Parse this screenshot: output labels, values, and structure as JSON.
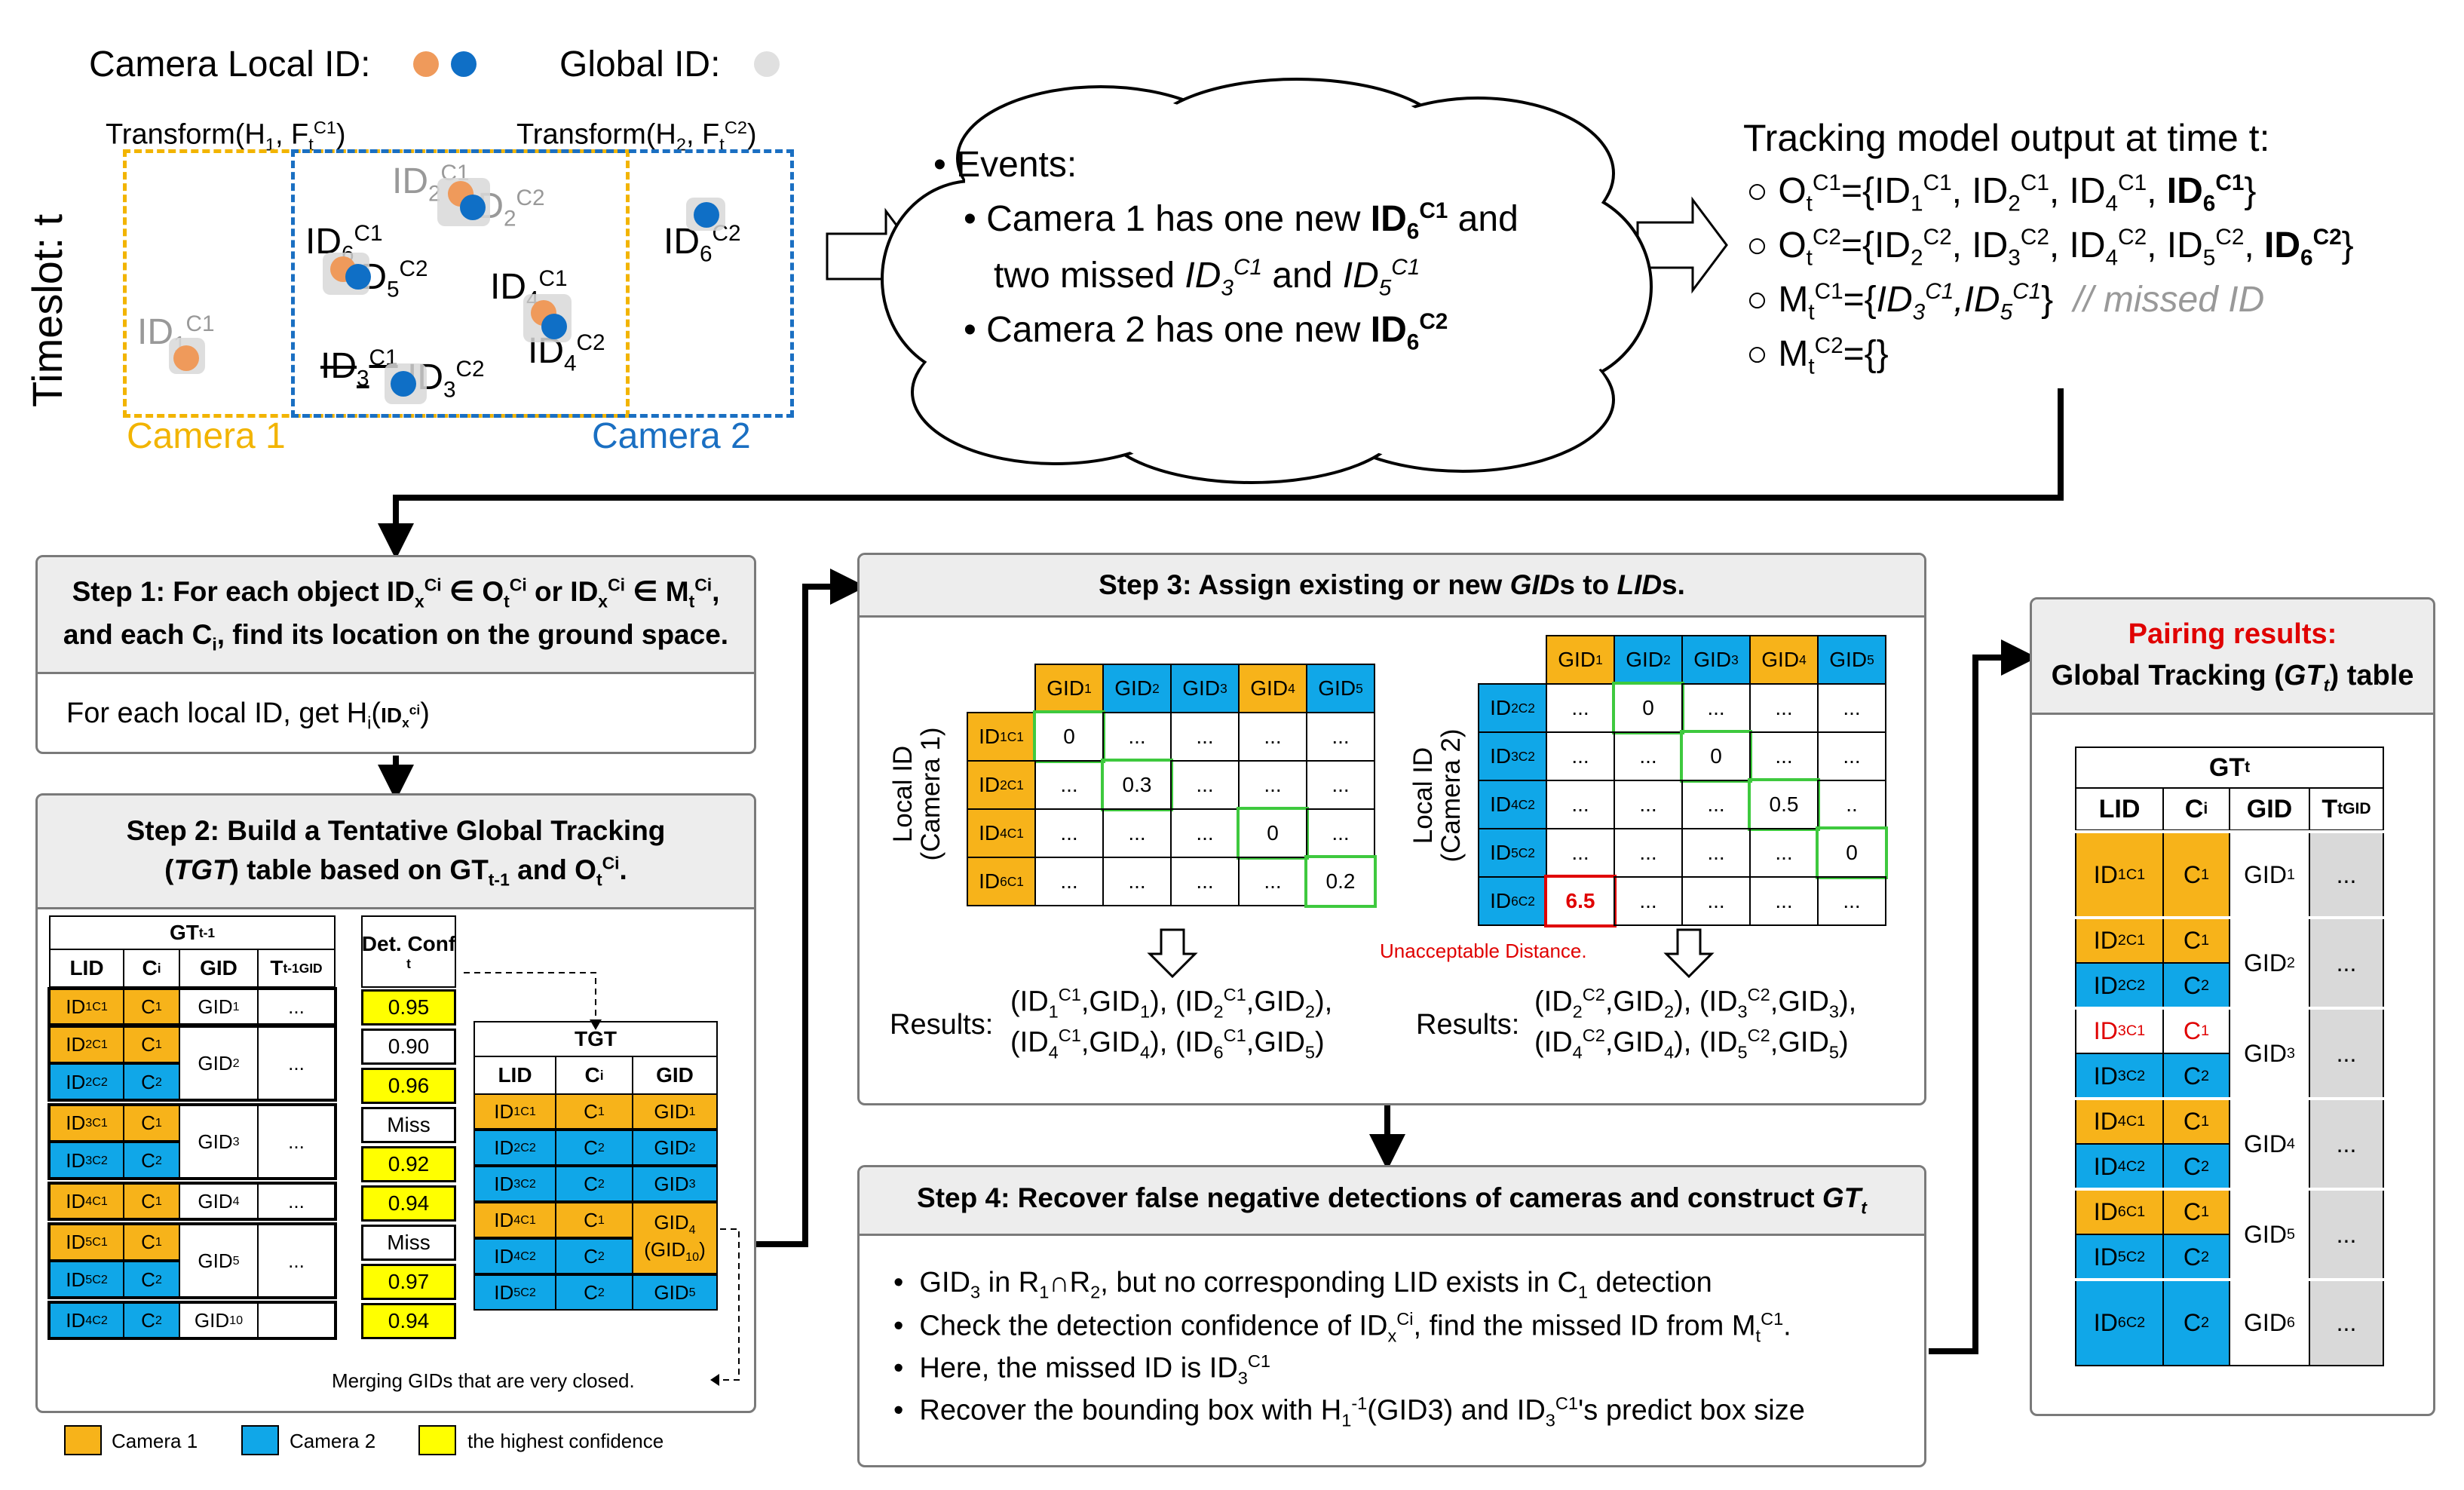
{
  "legend_top": {
    "local_label": "Camera Local ID:",
    "global_label": "Global ID:"
  },
  "scene": {
    "timeslot": "Timeslot: t",
    "transform1": "Transform(H",
    "transform1_sub": "1",
    "transform1_rest": ", F",
    "transform1_fsub": "t",
    "transform1_fsup": "C1",
    "transform2": "Transform(H",
    "transform2_sub": "2",
    "transform2_rest": ", F",
    "transform2_fsub": "t",
    "transform2_fsup": "C2",
    "camera1": "Camera 1",
    "camera2": "Camera 2",
    "labels": {
      "id": "ID",
      "id1": "1",
      "id2": "2",
      "id3": "3",
      "id4": "4",
      "id5": "5",
      "id6": "6",
      "c1": "C1",
      "c2": "C2"
    }
  },
  "events": {
    "title": "Events:",
    "line1a": "Camera 1 has one new ",
    "line1b": "ID",
    "line1c": "6",
    "line1d": "C1",
    "line1e": " and",
    "line2a": "two missed ",
    "line2b": "ID",
    "line2c": "3",
    "line2d": "C1",
    "line2e": " and ",
    "line2f": "ID",
    "line2g": "5",
    "line2h": "C1",
    "line3a": "Camera 2 has one new ",
    "line3b": "ID",
    "line3c": "6",
    "line3d": "C2"
  },
  "output": {
    "title": "Tracking model output at time t:",
    "o1": "={ID",
    "o2": "={ID",
    "m1": "={",
    "m1_comment": "// missed ID",
    "m2": "={}"
  },
  "step1": {
    "title_a": "Step 1:  For each object ID",
    "title_b": "or ID",
    "title_c": "and each C",
    "title_d": ", find its location on the ground space.",
    "body": "For each local ID, get H"
  },
  "step2": {
    "title_a": "Step 2: Build a Tentative Global Tracking",
    "title_b": "table based on GT",
    "title_c": "and O",
    "gt_title": "GT",
    "gt_sub": "t-1",
    "cols": [
      "LID",
      "C",
      "GID",
      "T"
    ],
    "det_title": "Det. Conf",
    "det_values": [
      "0.95",
      "0.90",
      "0.96",
      "Miss",
      "0.92",
      "0.94",
      "Miss",
      "0.97",
      "0.94"
    ],
    "tgt_title": "TGT",
    "tgt_cols": [
      "LID",
      "C",
      "GID"
    ],
    "merge_note": "Merging GIDs that are very closed.",
    "gid10": "(GID10)"
  },
  "step3": {
    "title_a": "Step 3: Assign existing or new ",
    "title_b": "GID",
    "title_c": "s to ",
    "title_d": "LID",
    "title_e": "s.",
    "left_axis": "Local ID (Camera 1)",
    "right_axis": "Local ID (Camera 2)",
    "results_label": "Results:",
    "unacceptable": "Unacceptable Distance.",
    "left_values": [
      "0",
      "0.3",
      "0",
      "0.2"
    ],
    "right_values": [
      "0",
      "0",
      "0.5",
      "0",
      "6.5"
    ],
    "ellipsis": "...",
    "dots2": ".."
  },
  "step4": {
    "title_a": "Step 4: Recover false negative detections of cameras and construct ",
    "title_b": "GT",
    "b1": "GID",
    "b1b": " in R",
    "b1c": " but no corresponding LID exists in C",
    "b1d": " detection",
    "b2": "Check the detection confidence of ID",
    "b2b": ", find the missed ID from M",
    "b3": "Here, the missed ID is ID",
    "b4": "Recover the bounding box with H",
    "b4b": "(GID3) and ID",
    "b4c": "'s predict box size"
  },
  "pairing": {
    "title_red": "Pairing results:",
    "title_b": "Global Tracking (",
    "title_c": "GT",
    "title_d": ") table",
    "gt_title": "GT",
    "cols": [
      "LID",
      "C",
      "GID",
      "T"
    ],
    "cols_sup": "GID",
    "ellipsis": "..."
  },
  "legend_bottom": {
    "camera1": "Camera 1",
    "camera2": "Camera 2",
    "highest": "the highest confidence"
  },
  "colors": {
    "camera1": "#f7b31a",
    "camera2": "#10a7e8",
    "highlight": "#ffff00",
    "match": "#3ec93e",
    "reject": "#e00000"
  }
}
